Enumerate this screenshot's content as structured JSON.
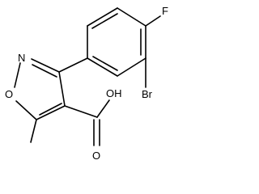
{
  "molecule": {
    "atoms": {
      "fluorine": "F",
      "bromine": "Br",
      "ring_nitrogen": "N",
      "ring_oxygen": "O",
      "hydroxyl": "OH",
      "carbonyl_oxygen": "O"
    }
  }
}
